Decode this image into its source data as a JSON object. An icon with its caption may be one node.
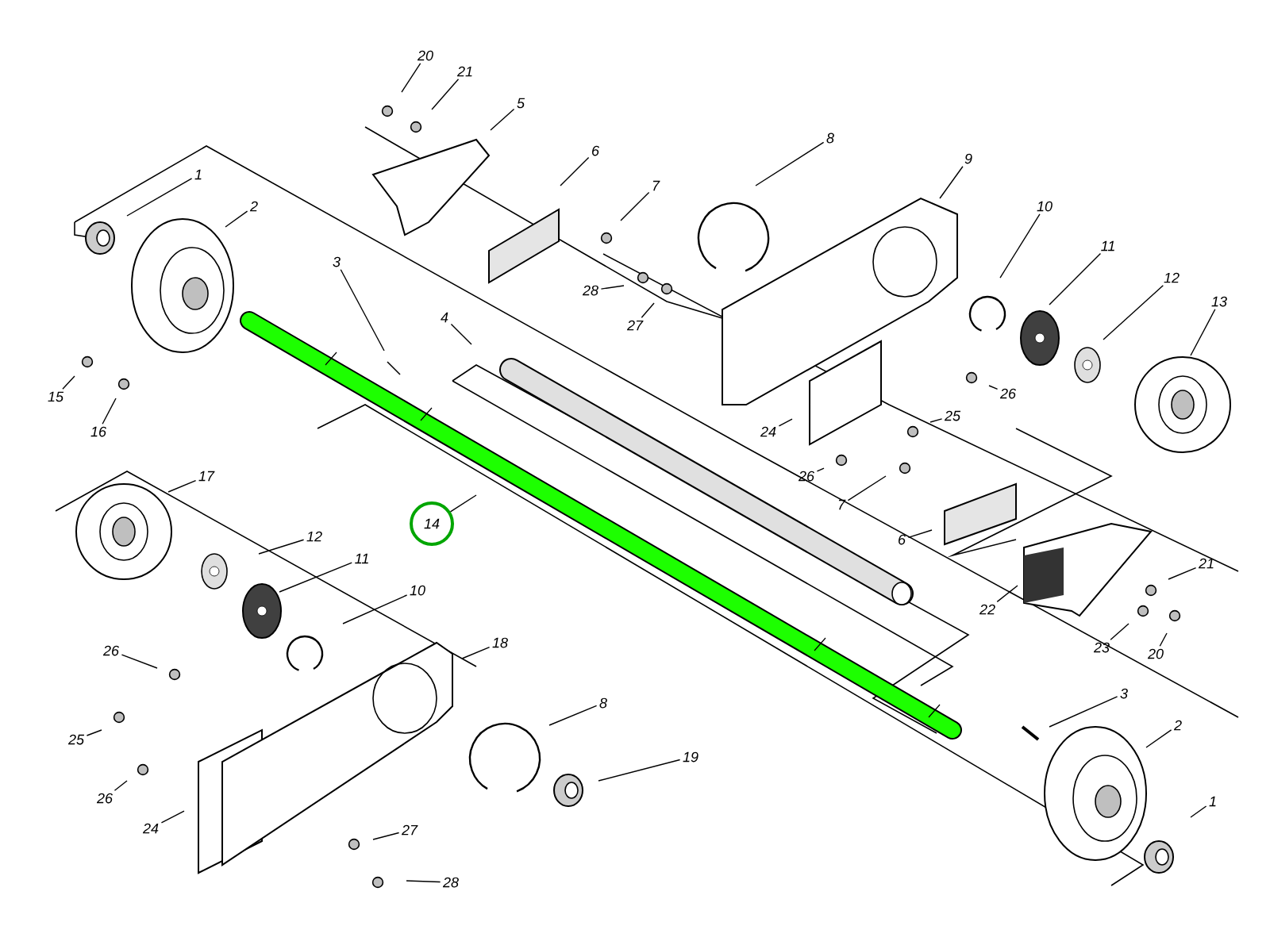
{
  "diagram": {
    "nodes": [
      {
        "text": [
          "20"
        ]
      },
      {
        "text": [
          "21"
        ]
      },
      {
        "text": [
          "5"
        ]
      },
      {
        "text": [
          "8"
        ]
      },
      {
        "text": [
          "6"
        ]
      },
      {
        "text": [
          "9"
        ]
      },
      {
        "text": [
          "1"
        ]
      },
      {
        "text": [
          "7"
        ]
      },
      {
        "text": [
          "2"
        ]
      },
      {
        "text": [
          "10"
        ]
      },
      {
        "text": [
          "11"
        ]
      },
      {
        "text": [
          "3"
        ]
      },
      {
        "text": [
          "12"
        ]
      },
      {
        "text": [
          "28"
        ]
      },
      {
        "text": [
          "13"
        ]
      },
      {
        "text": [
          "4"
        ]
      },
      {
        "text": [
          "27"
        ]
      },
      {
        "text": [
          "26"
        ]
      },
      {
        "text": [
          "15"
        ]
      },
      {
        "text": [
          "25"
        ]
      },
      {
        "text": [
          "24"
        ]
      },
      {
        "text": [
          "16"
        ]
      },
      {
        "text": [
          "26"
        ]
      },
      {
        "text": [
          "17"
        ]
      },
      {
        "text": [
          "7"
        ]
      },
      {
        "text": [
          "14"
        ]
      },
      {
        "text": [
          "12"
        ]
      },
      {
        "text": [
          "6"
        ]
      },
      {
        "text": [
          "11"
        ]
      },
      {
        "text": [
          "21"
        ]
      },
      {
        "text": [
          "22"
        ]
      },
      {
        "text": [
          "10"
        ]
      },
      {
        "text": [
          "23"
        ]
      },
      {
        "text": [
          "18"
        ]
      },
      {
        "text": [
          "26"
        ]
      },
      {
        "text": [
          "20"
        ]
      },
      {
        "text": [
          "3"
        ]
      },
      {
        "text": [
          "8"
        ]
      },
      {
        "text": [
          "2"
        ]
      },
      {
        "text": [
          "25"
        ]
      },
      {
        "text": [
          "19"
        ]
      },
      {
        "text": [
          "26"
        ]
      },
      {
        "text": [
          "1"
        ]
      },
      {
        "text": [
          "24"
        ]
      },
      {
        "text": [
          "27"
        ]
      },
      {
        "text": [
          "28"
        ]
      }
    ],
    "edges": [
      {
        "from": 0,
        "to": null,
        "arrow": "none"
      },
      {
        "from": 1,
        "to": null,
        "arrow": "none"
      },
      {
        "from": 2,
        "to": null,
        "arrow": "none"
      },
      {
        "from": 3,
        "to": null,
        "arrow": "none"
      },
      {
        "from": 4,
        "to": null,
        "arrow": "none"
      },
      {
        "from": 5,
        "to": null,
        "arrow": "none"
      },
      {
        "from": 6,
        "to": null,
        "arrow": "none"
      },
      {
        "from": 7,
        "to": null,
        "arrow": "none"
      },
      {
        "from": 8,
        "to": null,
        "arrow": "none"
      },
      {
        "from": 9,
        "to": null,
        "arrow": "none"
      },
      {
        "from": 10,
        "to": null,
        "arrow": "none"
      },
      {
        "from": 11,
        "to": null,
        "arrow": "none"
      },
      {
        "from": 12,
        "to": null,
        "arrow": "none"
      },
      {
        "from": 13,
        "to": null,
        "arrow": "none"
      },
      {
        "from": 14,
        "to": null,
        "arrow": "none"
      },
      {
        "from": 15,
        "to": null,
        "arrow": "none"
      },
      {
        "from": 16,
        "to": null,
        "arrow": "none"
      },
      {
        "from": 17,
        "to": null,
        "arrow": "none"
      },
      {
        "from": 18,
        "to": null,
        "arrow": "none"
      },
      {
        "from": 19,
        "to": null,
        "arrow": "none"
      },
      {
        "from": 20,
        "to": null,
        "arrow": "none"
      },
      {
        "from": 21,
        "to": null,
        "arrow": "none"
      },
      {
        "from": 22,
        "to": null,
        "arrow": "none"
      },
      {
        "from": 23,
        "to": null,
        "arrow": "none"
      },
      {
        "from": 24,
        "to": null,
        "arrow": "none"
      },
      {
        "from": 25,
        "to": null,
        "arrow": "none"
      },
      {
        "from": 26,
        "to": null,
        "arrow": "none"
      },
      {
        "from": 27,
        "to": null,
        "arrow": "none"
      },
      {
        "from": 28,
        "to": null,
        "arrow": "none"
      },
      {
        "from": 29,
        "to": null,
        "arrow": "none"
      },
      {
        "from": 30,
        "to": null,
        "arrow": "none"
      },
      {
        "from": 31,
        "to": null,
        "arrow": "none"
      },
      {
        "from": 32,
        "to": null,
        "arrow": "none"
      },
      {
        "from": 33,
        "to": null,
        "arrow": "none"
      },
      {
        "from": 34,
        "to": null,
        "arrow": "none"
      },
      {
        "from": 35,
        "to": null,
        "arrow": "none"
      },
      {
        "from": 36,
        "to": null,
        "arrow": "none"
      },
      {
        "from": 37,
        "to": null,
        "arrow": "none"
      },
      {
        "from": 38,
        "to": null,
        "arrow": "none"
      },
      {
        "from": 39,
        "to": null,
        "arrow": "none"
      },
      {
        "from": 40,
        "to": null,
        "arrow": "none"
      },
      {
        "from": 41,
        "to": null,
        "arrow": "none"
      },
      {
        "from": 42,
        "to": null,
        "arrow": "none"
      },
      {
        "from": 43,
        "to": null,
        "arrow": "none"
      },
      {
        "from": 44,
        "to": null,
        "arrow": "none"
      },
      {
        "from": 45,
        "to": null,
        "arrow": "none"
      }
    ]
  }
}
